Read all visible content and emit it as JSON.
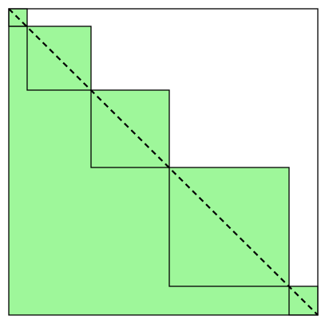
{
  "diagram": {
    "type": "staircase-squares",
    "fill_color": "#9ef79a",
    "stroke_color": "#000000",
    "background_color": "#ffffff",
    "diagonal": {
      "style": "dashed",
      "color": "#000000"
    },
    "squares_count": 6
  }
}
